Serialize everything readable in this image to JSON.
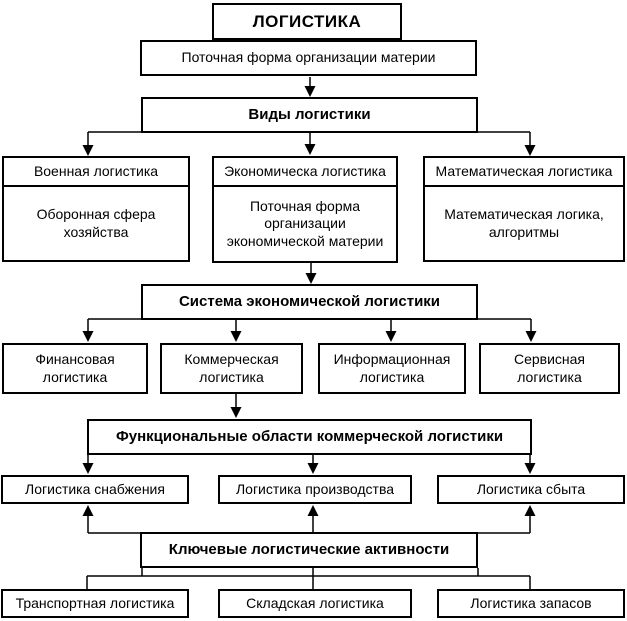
{
  "colors": {
    "ink": "#000000",
    "background": "#ffffff"
  },
  "diagram": {
    "root": {
      "label": "ЛОГИСТИКА"
    },
    "definition": {
      "label": "Поточная форма организации материи"
    },
    "types_header": {
      "label": "Виды логистики"
    },
    "types": [
      {
        "title": "Военная логистика",
        "body": "Оборонная сфера\nхозяйства"
      },
      {
        "title": "Экономическа логистика",
        "body": "Поточная форма\nорганизации\nэкономической материи"
      },
      {
        "title": "Математическая логистика",
        "body": "Математическая логика,\nалгоритмы"
      }
    ],
    "system_header": {
      "label": "Система экономической логистики"
    },
    "system_items": [
      {
        "label": "Финансовая\nлогистика"
      },
      {
        "label": "Коммерческая\nлогистика"
      },
      {
        "label": "Информационная\nлогистика"
      },
      {
        "label": "Сервисная\nлогистика"
      }
    ],
    "functional_header": {
      "label": "Функциональные области коммерческой логистики"
    },
    "functional_items": [
      {
        "label": "Логистика снабжения"
      },
      {
        "label": "Логистика производства"
      },
      {
        "label": "Логистика сбыта"
      }
    ],
    "activities_header": {
      "label": "Ключевые логистические активности"
    },
    "activities_items": [
      {
        "label": "Транспортная логистика"
      },
      {
        "label": "Складская логистика"
      },
      {
        "label": "Логистика запасов"
      }
    ]
  }
}
